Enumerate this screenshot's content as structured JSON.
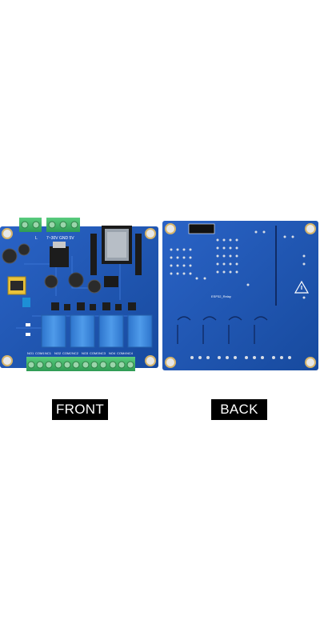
{
  "labels": {
    "front": "FRONT",
    "back": "BACK"
  },
  "front_board": {
    "terminal_top_left": "L",
    "power_marking": "7~30V GND 5V",
    "relay_terminals": [
      "NO1",
      "COM1",
      "NC1",
      "NO2",
      "COM2",
      "NC2",
      "NO3",
      "COM3",
      "NC3",
      "NO4",
      "COM4",
      "NC4"
    ]
  },
  "back_board": {
    "silkscreen": "ESP32_Relay"
  },
  "colors": {
    "pcb": "#1f55b4",
    "pcb_dark": "#183f88",
    "terminal": "#43b96b",
    "relay": "#3f8de0"
  }
}
